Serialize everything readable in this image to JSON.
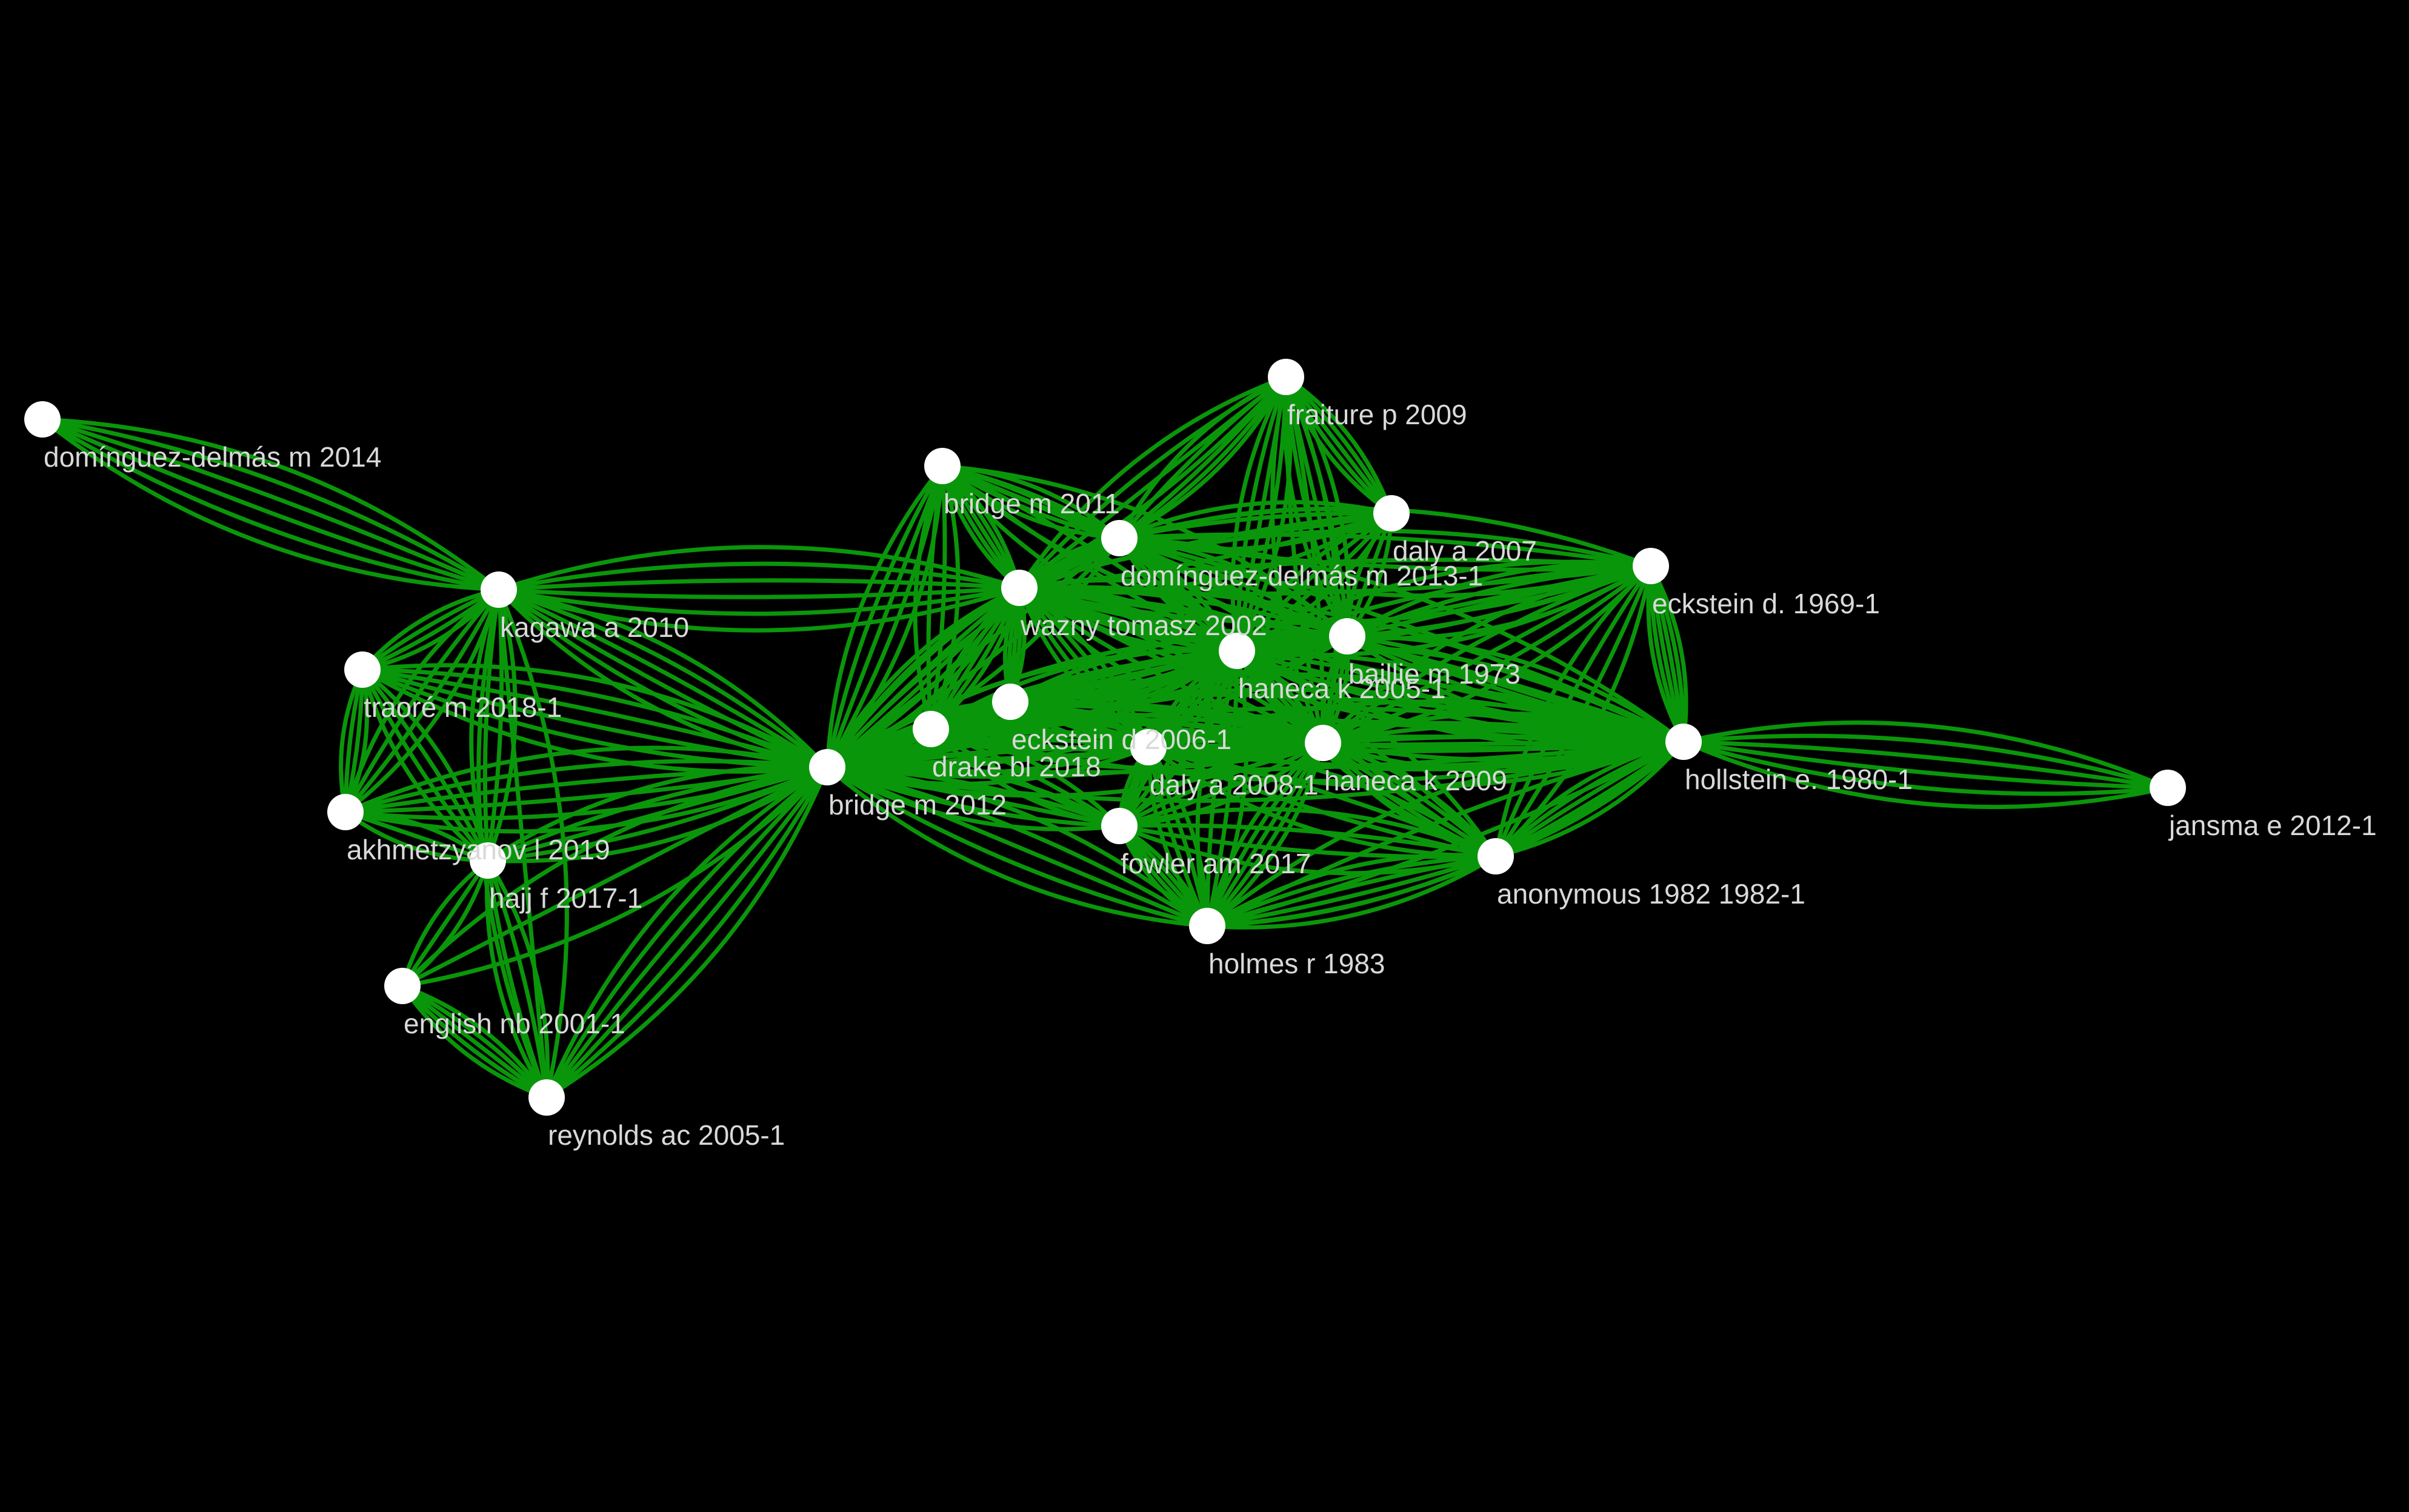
{
  "colors": {
    "background": "#000000",
    "edge": "#0a960a",
    "node": "#ffffff",
    "label": "#d9d9d9"
  },
  "nodes": [
    {
      "id": "dd2014",
      "label": "domínguez-delmás m 2014"
    },
    {
      "id": "kagawa",
      "label": "kagawa a 2010"
    },
    {
      "id": "traore",
      "label": "traoré m 2018-1"
    },
    {
      "id": "akhmet",
      "label": "akhmetzyanov l 2019"
    },
    {
      "id": "hajj",
      "label": "hajj f 2017-1"
    },
    {
      "id": "english",
      "label": "english nb 2001-1"
    },
    {
      "id": "reynolds",
      "label": "reynolds ac 2005-1"
    },
    {
      "id": "bridge2012",
      "label": "bridge m 2012"
    },
    {
      "id": "bridge2011",
      "label": "bridge m 2011"
    },
    {
      "id": "wazny",
      "label": "wazny tomasz 2002"
    },
    {
      "id": "drake",
      "label": "drake bl 2018"
    },
    {
      "id": "eckstein2006",
      "label": "eckstein d 2006-1"
    },
    {
      "id": "dd2013",
      "label": "domínguez-delmás m 2013-1"
    },
    {
      "id": "fraiture",
      "label": "fraiture p 2009"
    },
    {
      "id": "daly2007",
      "label": "daly a 2007"
    },
    {
      "id": "haneca2005",
      "label": "haneca k 2005-1"
    },
    {
      "id": "baillie",
      "label": "baillie m 1973"
    },
    {
      "id": "daly2008",
      "label": "daly a 2008-1"
    },
    {
      "id": "haneca2009",
      "label": "haneca k 2009"
    },
    {
      "id": "fowler",
      "label": "fowler am 2017"
    },
    {
      "id": "holmes",
      "label": "holmes r 1983"
    },
    {
      "id": "anonymous",
      "label": "anonymous 1982 1982-1"
    },
    {
      "id": "eckstein1969",
      "label": "eckstein d. 1969-1"
    },
    {
      "id": "hollstein",
      "label": "hollstein e. 1980-1"
    },
    {
      "id": "jansma",
      "label": "jansma e 2012-1"
    }
  ],
  "edges": [
    {
      "source": "dd2014",
      "target": "kagawa",
      "weight": 6
    },
    {
      "source": "kagawa",
      "target": "traore",
      "weight": 4
    },
    {
      "source": "kagawa",
      "target": "akhmet",
      "weight": 4
    },
    {
      "source": "kagawa",
      "target": "hajj",
      "weight": 4
    },
    {
      "source": "kagawa",
      "target": "bridge2012",
      "weight": 6
    },
    {
      "source": "kagawa",
      "target": "wazny",
      "weight": 6
    },
    {
      "source": "kagawa",
      "target": "reynolds",
      "weight": 3
    },
    {
      "source": "traore",
      "target": "akhmet",
      "weight": 4
    },
    {
      "source": "traore",
      "target": "hajj",
      "weight": 4
    },
    {
      "source": "traore",
      "target": "bridge2012",
      "weight": 6
    },
    {
      "source": "akhmet",
      "target": "hajj",
      "weight": 3
    },
    {
      "source": "akhmet",
      "target": "bridge2012",
      "weight": 6
    },
    {
      "source": "hajj",
      "target": "bridge2012",
      "weight": 5
    },
    {
      "source": "hajj",
      "target": "reynolds",
      "weight": 4
    },
    {
      "source": "hajj",
      "target": "english",
      "weight": 3
    },
    {
      "source": "english",
      "target": "reynolds",
      "weight": 5
    },
    {
      "source": "english",
      "target": "bridge2012",
      "weight": 3
    },
    {
      "source": "reynolds",
      "target": "bridge2012",
      "weight": 6
    },
    {
      "source": "bridge2012",
      "target": "bridge2011",
      "weight": 5
    },
    {
      "source": "bridge2012",
      "target": "wazny",
      "weight": 6
    },
    {
      "source": "bridge2012",
      "target": "drake",
      "weight": 6
    },
    {
      "source": "bridge2012",
      "target": "eckstein2006",
      "weight": 6
    },
    {
      "source": "bridge2012",
      "target": "dd2013",
      "weight": 5
    },
    {
      "source": "bridge2012",
      "target": "haneca2005",
      "weight": 6
    },
    {
      "source": "bridge2012",
      "target": "daly2008",
      "weight": 6
    },
    {
      "source": "bridge2012",
      "target": "haneca2009",
      "weight": 5
    },
    {
      "source": "bridge2012",
      "target": "fowler",
      "weight": 5
    },
    {
      "source": "bridge2012",
      "target": "holmes",
      "weight": 5
    },
    {
      "source": "bridge2012",
      "target": "hollstein",
      "weight": 4
    },
    {
      "source": "bridge2012",
      "target": "baillie",
      "weight": 4
    },
    {
      "source": "bridge2011",
      "target": "wazny",
      "weight": 5
    },
    {
      "source": "bridge2011",
      "target": "dd2013",
      "weight": 5
    },
    {
      "source": "bridge2011",
      "target": "haneca2005",
      "weight": 4
    },
    {
      "source": "bridge2011",
      "target": "drake",
      "weight": 4
    },
    {
      "source": "bridge2011",
      "target": "baillie",
      "weight": 3
    },
    {
      "source": "fraiture",
      "target": "wazny",
      "weight": 5
    },
    {
      "source": "fraiture",
      "target": "dd2013",
      "weight": 4
    },
    {
      "source": "fraiture",
      "target": "daly2007",
      "weight": 5
    },
    {
      "source": "fraiture",
      "target": "haneca2005",
      "weight": 5
    },
    {
      "source": "fraiture",
      "target": "baillie",
      "weight": 5
    },
    {
      "source": "fraiture",
      "target": "haneca2009",
      "weight": 4
    },
    {
      "source": "daly2007",
      "target": "dd2013",
      "weight": 4
    },
    {
      "source": "daly2007",
      "target": "wazny",
      "weight": 4
    },
    {
      "source": "daly2007",
      "target": "haneca2005",
      "weight": 4
    },
    {
      "source": "daly2007",
      "target": "baillie",
      "weight": 3
    },
    {
      "source": "wazny",
      "target": "dd2013",
      "weight": 5
    },
    {
      "source": "wazny",
      "target": "haneca2005",
      "weight": 6
    },
    {
      "source": "wazny",
      "target": "drake",
      "weight": 5
    },
    {
      "source": "wazny",
      "target": "eckstein2006",
      "weight": 5
    },
    {
      "source": "wazny",
      "target": "haneca2009",
      "weight": 5
    },
    {
      "source": "wazny",
      "target": "baillie",
      "weight": 5
    },
    {
      "source": "wazny",
      "target": "hollstein",
      "weight": 5
    },
    {
      "source": "wazny",
      "target": "daly2008",
      "weight": 5
    },
    {
      "source": "drake",
      "target": "eckstein2006",
      "weight": 5
    },
    {
      "source": "drake",
      "target": "haneca2005",
      "weight": 5
    },
    {
      "source": "drake",
      "target": "daly2008",
      "weight": 5
    },
    {
      "source": "drake",
      "target": "fowler",
      "weight": 4
    },
    {
      "source": "drake",
      "target": "haneca2009",
      "weight": 5
    },
    {
      "source": "drake",
      "target": "hollstein",
      "weight": 4
    },
    {
      "source": "eckstein2006",
      "target": "haneca2005",
      "weight": 5
    },
    {
      "source": "eckstein2006",
      "target": "haneca2009",
      "weight": 5
    },
    {
      "source": "eckstein2006",
      "target": "daly2008",
      "weight": 4
    },
    {
      "source": "eckstein2006",
      "target": "hollstein",
      "weight": 5
    },
    {
      "source": "eckstein2006",
      "target": "baillie",
      "weight": 4
    },
    {
      "source": "dd2013",
      "target": "haneca2005",
      "weight": 5
    },
    {
      "source": "dd2013",
      "target": "baillie",
      "weight": 4
    },
    {
      "source": "dd2013",
      "target": "hollstein",
      "weight": 4
    },
    {
      "source": "dd2013",
      "target": "eckstein1969",
      "weight": 4
    },
    {
      "source": "haneca2005",
      "target": "baillie",
      "weight": 5
    },
    {
      "source": "haneca2005",
      "target": "haneca2009",
      "weight": 5
    },
    {
      "source": "haneca2005",
      "target": "daly2008",
      "weight": 5
    },
    {
      "source": "haneca2005",
      "target": "hollstein",
      "weight": 6
    },
    {
      "source": "haneca2005",
      "target": "eckstein1969",
      "weight": 5
    },
    {
      "source": "haneca2005",
      "target": "anonymous",
      "weight": 4
    },
    {
      "source": "haneca2005",
      "target": "fowler",
      "weight": 4
    },
    {
      "source": "haneca2005",
      "target": "holmes",
      "weight": 4
    },
    {
      "source": "baillie",
      "target": "hollstein",
      "weight": 5
    },
    {
      "source": "baillie",
      "target": "eckstein1969",
      "weight": 5
    },
    {
      "source": "baillie",
      "target": "haneca2009",
      "weight": 4
    },
    {
      "source": "daly2008",
      "target": "haneca2009",
      "weight": 5
    },
    {
      "source": "daly2008",
      "target": "fowler",
      "weight": 4
    },
    {
      "source": "daly2008",
      "target": "holmes",
      "weight": 4
    },
    {
      "source": "daly2008",
      "target": "hollstein",
      "weight": 5
    },
    {
      "source": "daly2008",
      "target": "anonymous",
      "weight": 4
    },
    {
      "source": "haneca2009",
      "target": "hollstein",
      "weight": 6
    },
    {
      "source": "haneca2009",
      "target": "eckstein1969",
      "weight": 5
    },
    {
      "source": "haneca2009",
      "target": "anonymous",
      "weight": 5
    },
    {
      "source": "haneca2009",
      "target": "holmes",
      "weight": 5
    },
    {
      "source": "haneca2009",
      "target": "fowler",
      "weight": 4
    },
    {
      "source": "fowler",
      "target": "holmes",
      "weight": 5
    },
    {
      "source": "fowler",
      "target": "anonymous",
      "weight": 4
    },
    {
      "source": "holmes",
      "target": "anonymous",
      "weight": 6
    },
    {
      "source": "holmes",
      "target": "hollstein",
      "weight": 4
    },
    {
      "source": "anonymous",
      "target": "hollstein",
      "weight": 6
    },
    {
      "source": "anonymous",
      "target": "eckstein1969",
      "weight": 4
    },
    {
      "source": "eckstein1969",
      "target": "hollstein",
      "weight": 6
    },
    {
      "source": "eckstein1969",
      "target": "wazny",
      "weight": 4
    },
    {
      "source": "hollstein",
      "target": "jansma",
      "weight": 6
    }
  ]
}
